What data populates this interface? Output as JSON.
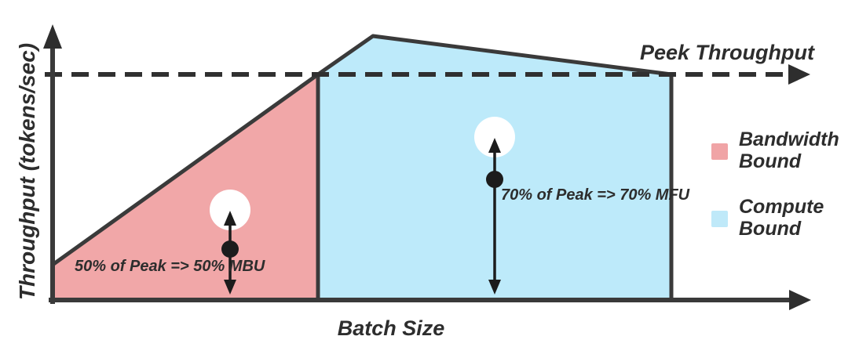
{
  "figure": {
    "y_axis_label": "Throughput (tokens/sec)",
    "x_axis_label": "Batch Size",
    "peak_line_label": "Peek Throughput",
    "bandwidth_annotation": "50% of Peak => 50% MBU",
    "compute_annotation": "70% of Peak => 70% MFU"
  },
  "legend": {
    "items": [
      {
        "label_line1": "Bandwidth",
        "label_line2": "Bound",
        "color": "#f0a4a6"
      },
      {
        "label_line1": "Compute",
        "label_line2": "Bound",
        "color": "#bfe9f9"
      }
    ]
  },
  "colors": {
    "bandwidth_region_fill": "#f1a7a8",
    "compute_region_fill": "#bdeafa",
    "line": "#3a3a3a",
    "marker": "#1c1c1c",
    "highlight_circle": "#ffffff"
  }
}
